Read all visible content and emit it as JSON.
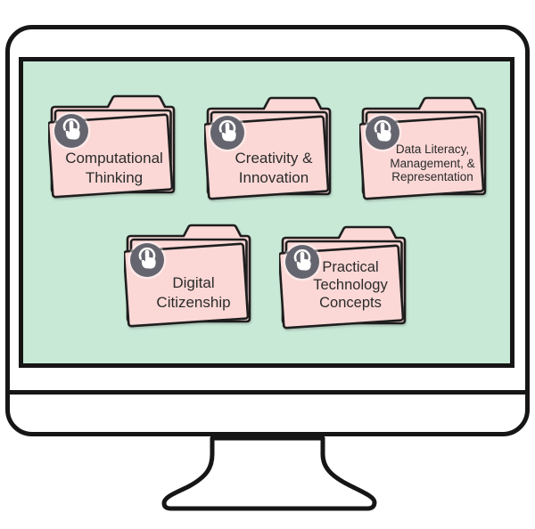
{
  "page": {
    "background_color": "#ffffff"
  },
  "monitor": {
    "frame_color": "#161616",
    "screen_background_color": "#c8e9d6"
  },
  "screen": {
    "folder_fill_color": "#fbd8d6",
    "folder_outline_color": "#1e1e1e",
    "tap_badge_color": "#65656f",
    "tap_icon_color": "#ffffff",
    "label_text_color": "#2b2b2b",
    "folders": [
      {
        "label": "Computational\nThinking",
        "icon": "tap-icon"
      },
      {
        "label": "Creativity &\nInnovation",
        "icon": "tap-icon"
      },
      {
        "label": "Data Literacy,\nManagement, &\nRepresentation",
        "icon": "tap-icon"
      },
      {
        "label": "Digital\nCitizenship",
        "icon": "tap-icon"
      },
      {
        "label": "Practical\nTechnology\nConcepts",
        "icon": "tap-icon"
      }
    ]
  }
}
